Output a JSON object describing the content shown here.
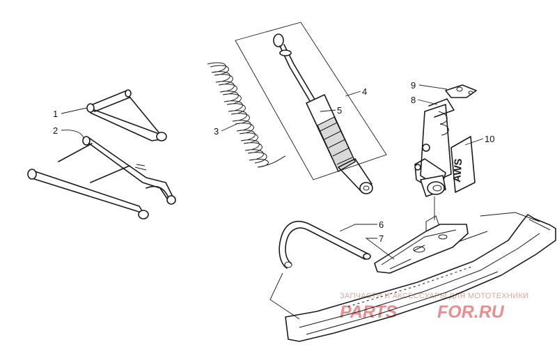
{
  "callouts": [
    {
      "id": "1",
      "label": "1"
    },
    {
      "id": "2",
      "label": "2"
    },
    {
      "id": "3",
      "label": "3"
    },
    {
      "id": "4",
      "label": "4"
    },
    {
      "id": "5",
      "label": "5"
    },
    {
      "id": "6",
      "label": "6"
    },
    {
      "id": "7",
      "label": "7"
    },
    {
      "id": "8",
      "label": "8"
    },
    {
      "id": "9",
      "label": "9"
    },
    {
      "id": "10",
      "label": "10"
    }
  ],
  "decal_text": "AWS",
  "watermark": {
    "top_line": "ЗАПЧАСТИ И АКСЕССУАРЫ ДЛЯ МОТОТЕХНИКИ",
    "logo_left": "PARTS",
    "logo_right": "FOR.RU",
    "logo_color": "#e88e8e"
  }
}
